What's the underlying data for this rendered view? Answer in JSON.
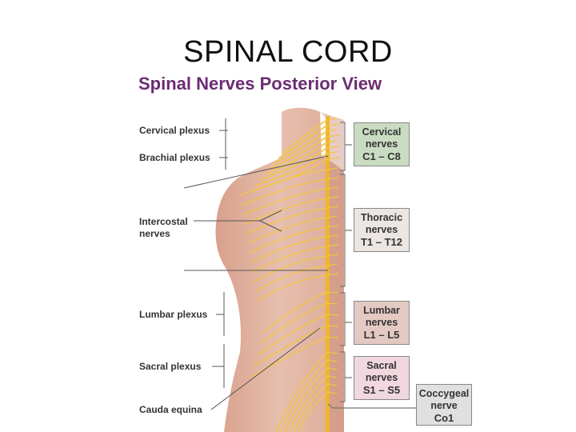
{
  "slide_title": "SPINAL CORD",
  "figure_title": "Spinal Nerves Posterior View",
  "left_labels": {
    "cervical_plexus": "Cervical plexus",
    "brachial_plexus": "Brachial plexus",
    "intercostal_nerves_1": "Intercostal",
    "intercostal_nerves_2": "nerves",
    "lumbar_plexus": "Lumbar plexus",
    "sacral_plexus": "Sacral plexus",
    "cauda_equina": "Cauda equina"
  },
  "regions": {
    "cervical": {
      "line1": "Cervical",
      "line2": "nerves",
      "range": "C1 – C8",
      "color": "#c9dcc2"
    },
    "thoracic": {
      "line1": "Thoracic",
      "line2": "nerves",
      "range": "T1 – T12",
      "color": "#ece6e3"
    },
    "lumbar": {
      "line1": "Lumbar",
      "line2": "nerves",
      "range": "L1 – L5",
      "color": "#e3c9c2"
    },
    "sacral": {
      "line1": "Sacral",
      "line2": "nerves",
      "range": "S1 – S5",
      "color": "#f1d7de"
    },
    "coccygeal": {
      "line1": "Coccygeal",
      "line2": "nerve",
      "range": "Co1",
      "color": "#e0e0e0"
    }
  },
  "colors": {
    "nerve": "#f4c542",
    "skin": "#e0b19f",
    "bracket": "#777777"
  }
}
